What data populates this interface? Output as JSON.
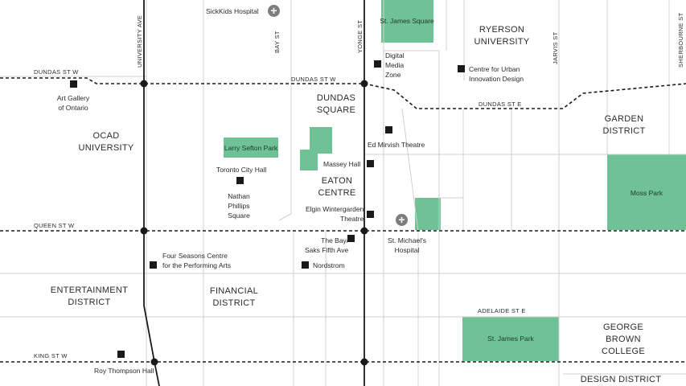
{
  "colors": {
    "park": "#6fc196",
    "street": "#cfcfcf",
    "subway": "#1a1a1a",
    "poi": "#1a1a1a",
    "hospital": "#7d7d7d"
  },
  "streets": {
    "dundas_west": "DUNDAS ST W",
    "dundas_center": "DUNDAS ST W",
    "dundas_east": "DUNDAS ST E",
    "queen_west": "QUEEN ST W",
    "king_west": "KING ST W",
    "adelaide_east": "ADELAIDE ST E",
    "university_ave": "UNIVERSITY AVE",
    "bay_st": "BAY ST",
    "yonge_st": "YONGE ST",
    "jarvis_st": "JARVIS ST",
    "sherbourne_st": "SHERBOURNE ST"
  },
  "districts": {
    "ocad": [
      "OCAD",
      "UNIVERSITY"
    ],
    "dundas_square": [
      "DUNDAS",
      "SQUARE"
    ],
    "ryerson": [
      "RYERSON",
      "UNIVERSITY"
    ],
    "garden": [
      "GARDEN",
      "DISTRICT"
    ],
    "eaton": [
      "EATON",
      "CENTRE"
    ],
    "entertainment": [
      "ENTERTAINMENT",
      "DISTRICT"
    ],
    "financial": [
      "FINANCIAL",
      "DISTRICT"
    ],
    "george_brown": [
      "GEORGE",
      "BROWN",
      "COLLEGE"
    ],
    "design": "DESIGN DISTRICT"
  },
  "parks": {
    "st_james_square": "St. James Square",
    "larry_sefton": "Larry Sefton Park",
    "moss_park": "Moss Park",
    "st_james_park": "St. James Park"
  },
  "pois": {
    "sickkids": "SickKids Hospital",
    "digital_media": [
      "Digital",
      "Media",
      "Zone"
    ],
    "urban_innovation": [
      "Centre for Urban",
      "Innovation Design"
    ],
    "ago": [
      "Art Gallery",
      "of Ontario"
    ],
    "mirvish": "Ed Mirvish Theatre",
    "city_hall": "Toronto City Hall",
    "nathan_phillips": [
      "Nathan",
      "Phillips",
      "Square"
    ],
    "massey": "Massey Hall",
    "elgin": [
      "Elgin Wintergarden",
      "Theatre"
    ],
    "st_michaels": [
      "St. Michael's",
      "Hospital"
    ],
    "bay_saks": [
      "The Bay/",
      "Saks Fifth Ave"
    ],
    "four_seasons": [
      "Four Seasons Centre",
      "for the Performing Arts"
    ],
    "nordstrom": "Nordstrom",
    "roy_thomson": "Roy Thompson Hall"
  },
  "icons": {
    "hospital": "plus-in-circle",
    "poi": "black-square"
  }
}
